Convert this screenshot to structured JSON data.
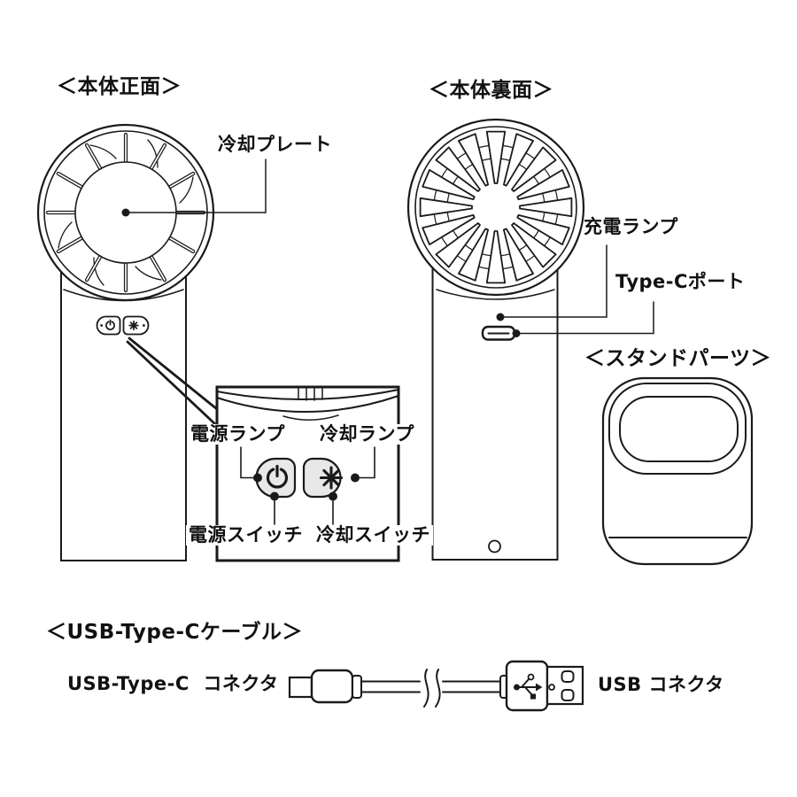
{
  "colors": {
    "line": "#1a1a1a",
    "button_fill": "#e8e8e8",
    "background": "#ffffff"
  },
  "sections": {
    "front": {
      "title": "＜本体正面＞",
      "cooling_plate_label": "冷却プレート"
    },
    "back": {
      "title": "＜本体裏面＞",
      "charge_lamp_label": "充電ランプ",
      "type_c_port_label": "Type-Cポート"
    },
    "callout": {
      "power_lamp_label": "電源ランプ",
      "cooling_lamp_label": "冷却ランプ",
      "power_switch_label": "電源スイッチ",
      "cooling_switch_label": "冷却スイッチ"
    },
    "stand": {
      "title": "＜スタンドパーツ＞"
    },
    "cable": {
      "title": "＜USB-Type-Cケーブル＞",
      "type_c_connector_label": "USB-Type-C  コネクタ",
      "usb_connector_label": "USB コネクタ"
    }
  },
  "icons": {
    "power": "power-icon",
    "cooling": "snowflake-icon",
    "usb": "usb-trident-icon"
  }
}
